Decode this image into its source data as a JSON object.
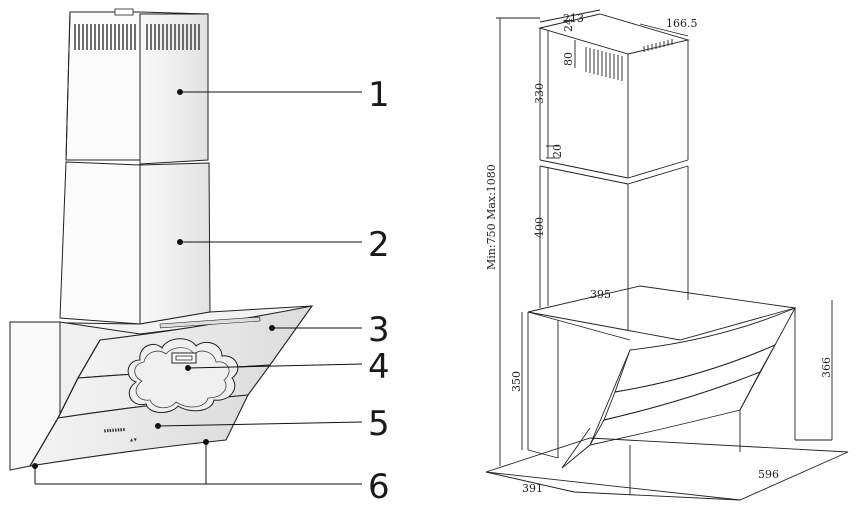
{
  "callouts": [
    {
      "label": "1"
    },
    {
      "label": "2"
    },
    {
      "label": "3"
    },
    {
      "label": "4"
    },
    {
      "label": "5"
    },
    {
      "label": "6"
    }
  ],
  "dimensions": {
    "chimney_depth": "213",
    "chimney_width": "166.5",
    "top_flange": "24",
    "vent_height": "80",
    "upper_chimney": "330",
    "overlap": "20",
    "lower_chimney": "400",
    "total_height": "Min:750 Max:1080",
    "chimney_base": "395",
    "body_height": "350",
    "hood_front_height": "366",
    "body_depth": "391",
    "body_width": "596"
  }
}
